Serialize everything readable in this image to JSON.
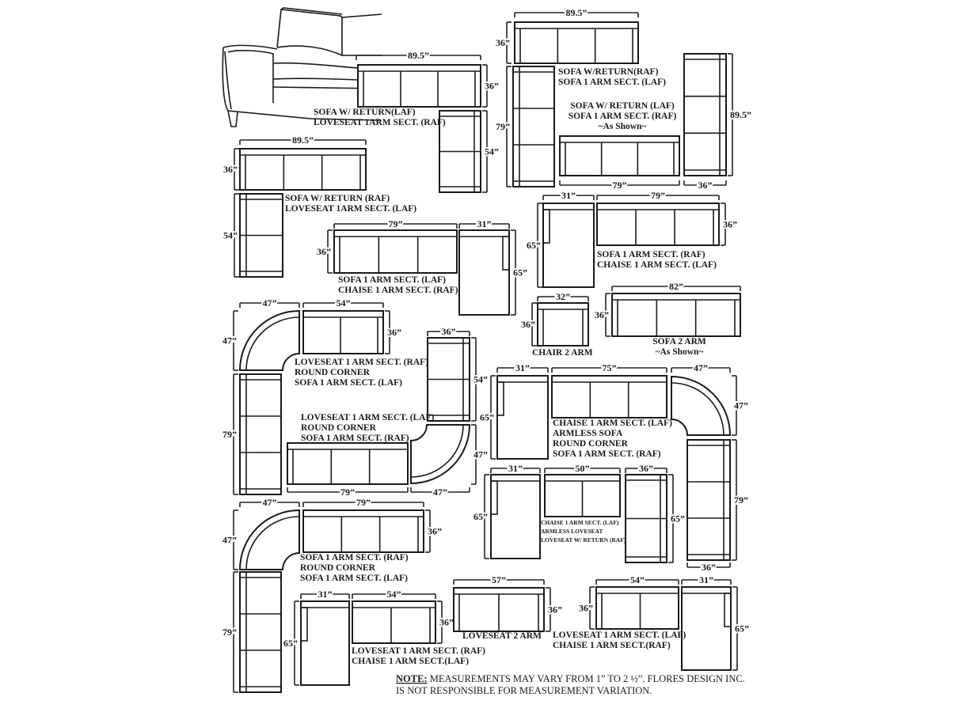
{
  "configs": [
    {
      "labels": [
        "SOFA W/ RETURN(LAF)",
        "LOVESEAT 1ARM SECT. (RAF)"
      ],
      "dims": [
        "89.5”",
        "36”",
        "54”"
      ]
    },
    {
      "labels": [
        "SOFA W/RETURN(RAF)",
        "SOFA 1 ARM SECT. (LAF)"
      ],
      "dims": [
        "89.5”",
        "36”",
        "79”"
      ]
    },
    {
      "labels": [
        "SOFA W/ RETURN (LAF)",
        "SOFA 1 ARM SECT. (RAF)",
        "~As Shown~"
      ],
      "dims": [
        "79”",
        "89.5”",
        "36”"
      ]
    },
    {
      "labels": [
        "SOFA W/ RETURN (RAF)",
        "LOVESEAT 1ARM SECT.  (LAF)"
      ],
      "dims": [
        "89.5”",
        "36”",
        "54”"
      ]
    },
    {
      "labels": [
        "SOFA 1 ARM SECT. (LAF)",
        "CHAISE 1 ARM SECT. (RAF)"
      ],
      "dims": [
        "79”",
        "36”",
        "31”",
        "65”"
      ]
    },
    {
      "labels": [
        "SOFA 1 ARM SECT. (RAF)",
        "CHAISE 1 ARM SECT. (LAF)"
      ],
      "dims": [
        "31”",
        "65”",
        "79”",
        "36”"
      ]
    },
    {
      "labels": [
        "CHAIR 2 ARM"
      ],
      "dims": [
        "32”",
        "36”"
      ]
    },
    {
      "labels": [
        "SOFA 2 ARM",
        "~As Shown~"
      ],
      "dims": [
        "82”",
        "36”"
      ]
    },
    {
      "labels": [
        "LOVESEAT 1 ARM SECT. (RAF)",
        "ROUND CORNER",
        "SOFA 1 ARM SECT. (LAF)"
      ],
      "dims": [
        "47”",
        "47”",
        "54”",
        "36”",
        "79”"
      ]
    },
    {
      "labels": [
        "LOVESEAT 1 ARM SECT. (LAF)",
        "ROUND CORNER",
        "SOFA 1 ARM SECT. (RAF)"
      ],
      "dims": [
        "36”",
        "54”",
        "47”",
        "47”",
        "79”"
      ]
    },
    {
      "labels": [
        "CHAISE 1 ARM SECT. (LAF)",
        "ARMLESS SOFA",
        "ROUND CORNER",
        "SOFA 1 ARM SECT. (RAF)"
      ],
      "dims": [
        "31”",
        "65”",
        "75”",
        "47”",
        "47”",
        "79”",
        "36”"
      ]
    },
    {
      "labels": [
        "CHAISE 1 ARM SECT. (LAF)",
        "ARMLESS LOVESEAT",
        "LOVESEAT W/ RETURN (RAF)"
      ],
      "dims": [
        "31”",
        "65”",
        "50”",
        "36”",
        "65”"
      ]
    },
    {
      "labels": [
        "SOFA 1 ARM SECT. (RAF)",
        "ROUND CORNER",
        "SOFA 1 ARM SECT. (LAF)"
      ],
      "dims": [
        "47”",
        "47”",
        "79”",
        "36”",
        "79”"
      ]
    },
    {
      "labels": [
        "LOVESEAT 1 ARM SECT. (RAF)",
        "CHAISE 1 ARM SECT.(LAF)"
      ],
      "dims": [
        "31”",
        "65”",
        "54”",
        "36”"
      ]
    },
    {
      "labels": [
        "LOVESEAT 2 ARM"
      ],
      "dims": [
        "57”",
        "36”"
      ]
    },
    {
      "labels": [
        "LOVESEAT 1 ARM SECT.  (LAF)",
        "CHAISE 1 ARM SECT.(RAF)"
      ],
      "dims": [
        "54”",
        "36”",
        "31”",
        "65”"
      ]
    }
  ],
  "note": {
    "label": "NOTE:",
    "line1": " MEASUREMENTS MAY VARY FROM 1” TO 2 ½”. FLORES DESIGN INC.",
    "line2": "IS NOT RESPONSIBLE FOR MEASUREMENT VARIATION."
  }
}
